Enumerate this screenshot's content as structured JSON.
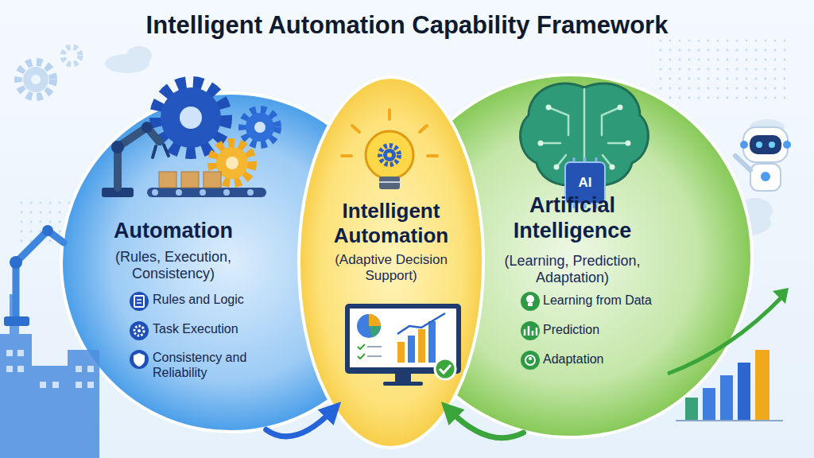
{
  "diagram": {
    "title": "Intelligent Automation Capability Framework",
    "nodes": [
      {
        "text": [
          "Automation",
          "(Rules, Execution, Consistency)",
          "Rules and Logic",
          "Task Execution",
          "Consistency and Reliability"
        ]
      },
      {
        "text": [
          "Intelligent Automation",
          "(Adaptive Decision Support)"
        ]
      },
      {
        "text": [
          "Artificial Intelligence",
          "(Learning, Prediction, Adaptation)",
          "Learning from Data",
          "Prediction",
          "Adaptation"
        ]
      }
    ],
    "edges": [
      {
        "from": 0,
        "to": 1,
        "arrow": "to"
      },
      {
        "from": 2,
        "to": 1,
        "arrow": "to"
      }
    ],
    "labels": [
      "AI"
    ]
  }
}
